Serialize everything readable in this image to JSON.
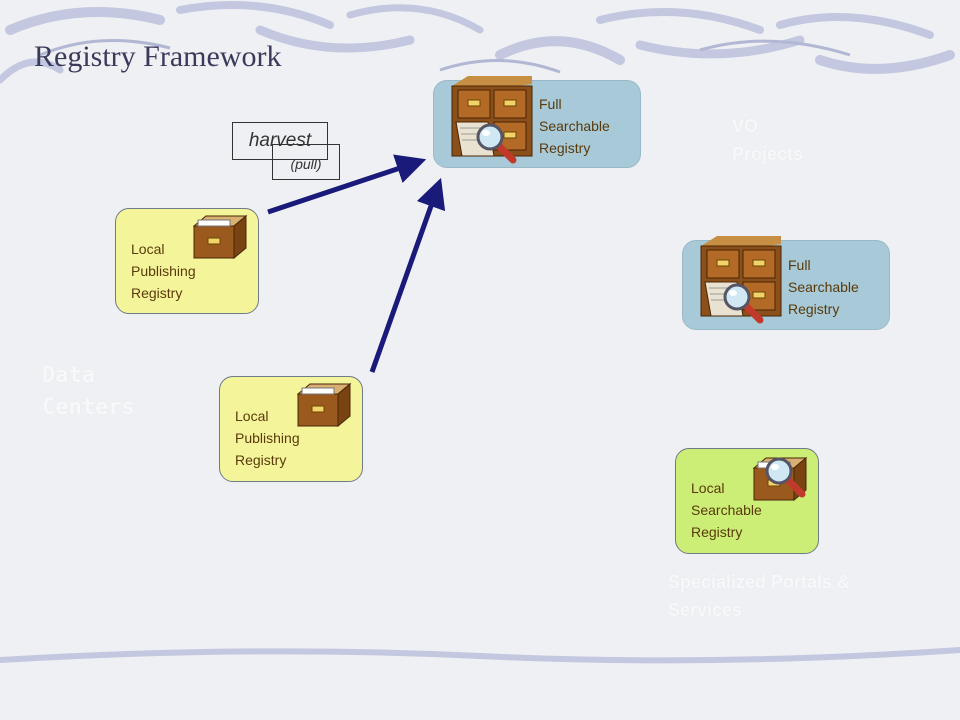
{
  "title": "Registry Framework",
  "labels": {
    "harvest": "harvest",
    "pull": "(pull)",
    "data_centers": "Data Centers",
    "vo_projects": "VO Projects",
    "specialized": "Specialized Portals & Services"
  },
  "boxes": {
    "local_pub_1": [
      "Local",
      "Publishing",
      "Registry"
    ],
    "local_pub_2": [
      "Local",
      "Publishing",
      "Registry"
    ],
    "full_search_top": [
      "Full",
      "Searchable",
      "Registry"
    ],
    "full_search_right": [
      "Full",
      "Searchable",
      "Registry"
    ],
    "local_searchable": [
      "Local",
      "Searchable",
      "Registry"
    ]
  },
  "colors": {
    "publishing_box": "#f4f49a",
    "searchable_box": "#a7c9d8",
    "local_searchable_box": "#ccee77",
    "arrow": "#1a1a7a",
    "label_text": "#5a3a0a"
  },
  "icons": {
    "cabinet": "file-cabinet-icon",
    "magnifier": "magnifier-icon",
    "drawer": "card-drawer-icon"
  }
}
